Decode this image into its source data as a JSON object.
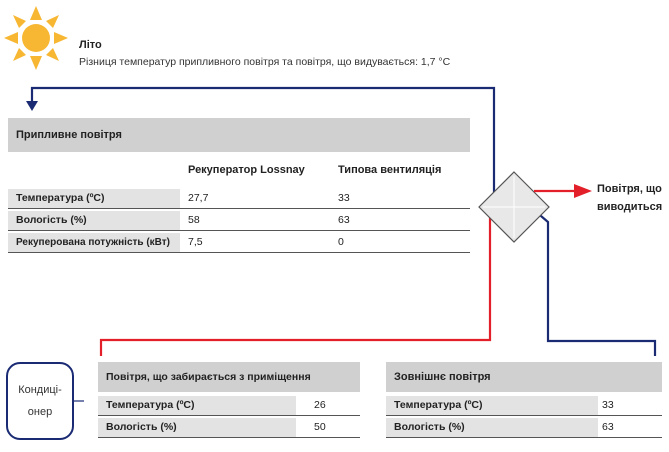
{
  "season": {
    "title": "Літо",
    "description": "Різниця температур припливного повітря та повітря, що видувається: 1,7 °C"
  },
  "supply": {
    "header": "Припливне повітря",
    "col1": "Рекуператор Lossnay",
    "col2": "Типова вентиляція",
    "rows": [
      {
        "label": "Температура (ºC)",
        "v1": "27,7",
        "v2": "33"
      },
      {
        "label": "Вологість (%)",
        "v1": "58",
        "v2": "63"
      },
      {
        "label": "Рекуперована потужність (кВт)",
        "v1": "7,5",
        "v2": "0"
      }
    ]
  },
  "exhaust_label": [
    "Повітря, що",
    "виводиться"
  ],
  "conditioner": [
    "Кондиці-",
    "онер"
  ],
  "return_air": {
    "header": "Повітря, що забирається з приміщення",
    "rows": [
      {
        "label": "Температура (ºC)",
        "value": "26"
      },
      {
        "label": "Вологість (%)",
        "value": "50"
      }
    ]
  },
  "outdoor_air": {
    "header": "Зовнішнє повітря",
    "rows": [
      {
        "label": "Температура (ºC)",
        "value": "33"
      },
      {
        "label": "Вологість (%)",
        "value": "63"
      }
    ]
  },
  "colors": {
    "blue": "#1a2b74",
    "red": "#e3202a",
    "sun": "#f7b733",
    "header_gray": "#d0d0d0",
    "label_gray": "#e3e3e3"
  }
}
